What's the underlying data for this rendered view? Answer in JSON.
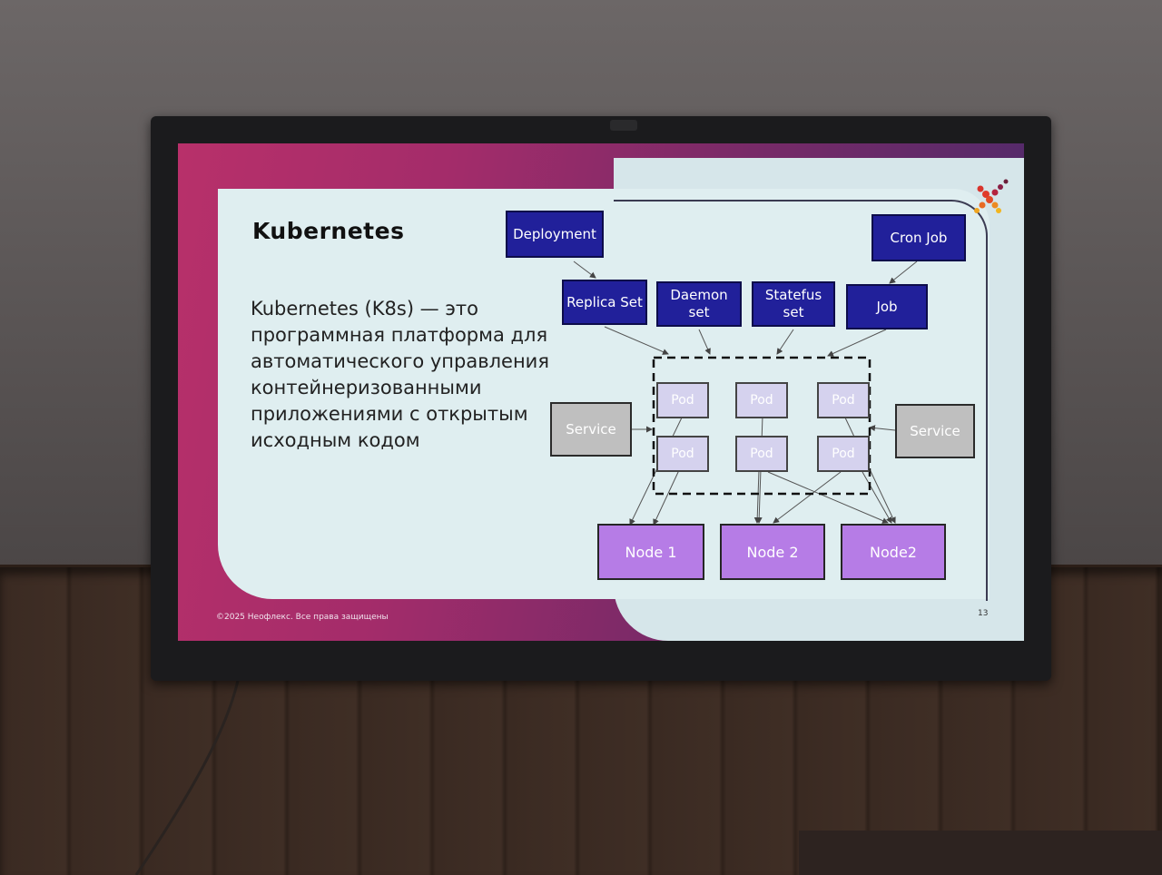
{
  "slide": {
    "title": "Kubernetes",
    "description": "Kubernetes (K8s) — это программная платформа для автоматического управления контейнеризованными приложениями с открытым исходным кодом",
    "footer": "©2025 Неофлекс. Все права защищены",
    "page_number": "13"
  },
  "diagram": {
    "controllers": {
      "deployment": "Deployment",
      "cron_job": "Cron Job",
      "replica_set": "Replica Set",
      "daemon_set": "Daemon set",
      "stateful_set": "Statefus set",
      "job": "Job"
    },
    "services": {
      "left": "Service",
      "right": "Service"
    },
    "pods": [
      "Pod",
      "Pod",
      "Pod",
      "Pod",
      "Pod",
      "Pod"
    ],
    "nodes": [
      "Node 1",
      "Node 2",
      "Node2"
    ]
  },
  "colors": {
    "controller_fill": "#21209a",
    "service_fill": "#bfbfbf",
    "pod_fill": "#d5d2ee",
    "node_fill": "#b67ce6",
    "slide_gradient_start": "#b8306a",
    "slide_gradient_end": "#4b2a6a"
  },
  "icons": {
    "logo": "neoflex-x-logo"
  }
}
